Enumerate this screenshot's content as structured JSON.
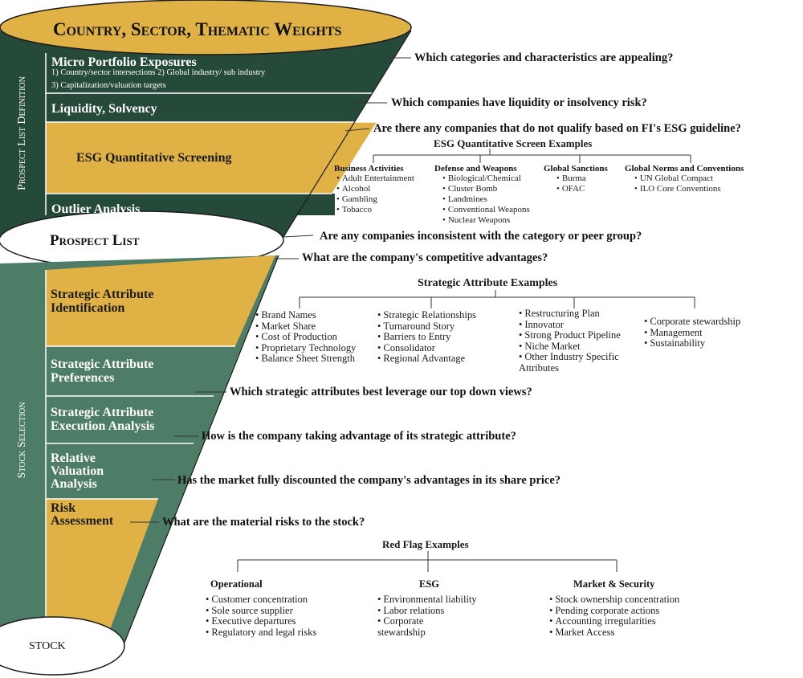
{
  "colors": {
    "gold": "#E0B245",
    "green": "#264A3A",
    "sage": "#4E7D67",
    "white": "#FFFFFF"
  },
  "funnel": {
    "top_title": "Country, Sector, Thematic Weights",
    "side_label_prospect": "Prospect List Definition",
    "side_label_selection": "Stock Selection",
    "prospect_list": "Prospect List",
    "stock": "STOCK"
  },
  "stages": {
    "micro": {
      "title": "Micro Portfolio Exposures",
      "line1": "1) Country/sector intersections 2) Global industry/ sub industry",
      "line2": "3) Capitalization/valuation targets"
    },
    "liquidity": "Liquidity, Solvency",
    "esg": "ESG Quantitative Screening",
    "outlier": "Outlier Analysis",
    "sai": [
      "Strategic Attribute",
      "Identification"
    ],
    "sap": [
      "Strategic Attribute",
      "Preferences"
    ],
    "saea": [
      "Strategic Attribute",
      "Execution Analysis"
    ],
    "rva": [
      "Relative",
      "Valuation",
      "Analysis"
    ],
    "risk": [
      "Risk",
      "Assessment"
    ]
  },
  "questions": {
    "q1": "Which categories and characteristics are appealing?",
    "q2": "Which companies have liquidity or insolvency risk?",
    "q3": "Are there any companies that do not qualify based on FI's ESG guideline?",
    "q4": "Are any companies inconsistent with the category or peer group?",
    "q5": "What are the company's competitive advantages?",
    "q6": "Which strategic attributes best leverage our top down views?",
    "q7": "How is the company taking advantage of its strategic attribute?",
    "q8": "Has the market fully discounted the company's advantages in its share price?",
    "q9": "What are the material risks to the stock?"
  },
  "esg_examples": {
    "title": "ESG Quantitative Screen Examples",
    "columns": [
      {
        "header": "Business Activities",
        "items": [
          "Adult Entertainment",
          "Alcohol",
          "Gambling",
          "Tobacco"
        ]
      },
      {
        "header": "Defense and Weapons",
        "items": [
          "Biological/Chemical",
          "Cluster Bomb",
          "Landmines",
          "Conventional Weapons",
          "Nuclear Weapons"
        ]
      },
      {
        "header": "Global Sanctions",
        "items": [
          "Burma",
          "OFAC"
        ]
      },
      {
        "header": "Global Norms and Conventions",
        "items": [
          "UN Global Compact",
          "ILO Core Conventions"
        ]
      }
    ]
  },
  "strategic_examples": {
    "title": "Strategic Attribute Examples",
    "columns": [
      [
        "Brand Names",
        "Market Share",
        "Cost of Production",
        "Proprietary Technology",
        "Balance Sheet Strength"
      ],
      [
        "Strategic Relationships",
        "Turnaround Story",
        "Barriers to Entry",
        "Consolidator",
        "Regional Advantage"
      ],
      [
        "Restructuring Plan",
        "Innovator",
        "Strong Product Pipeline",
        "Niche Market",
        "Other Industry Specific Attributes"
      ],
      [
        "Corporate stewardship",
        "Management",
        "Sustainability"
      ]
    ]
  },
  "red_flags": {
    "title": "Red Flag Examples",
    "columns": [
      {
        "header": "Operational",
        "items": [
          "Customer concentration",
          "Sole source supplier",
          "Executive departures",
          "Regulatory and legal risks"
        ]
      },
      {
        "header": "ESG",
        "items": [
          "Environmental liability",
          "Labor relations",
          "Corporate stewardship"
        ]
      },
      {
        "header": "Market & Security",
        "items": [
          "Stock ownership concentration",
          "Pending corporate actions",
          "Accounting irregularities",
          "Market Access"
        ]
      }
    ]
  }
}
